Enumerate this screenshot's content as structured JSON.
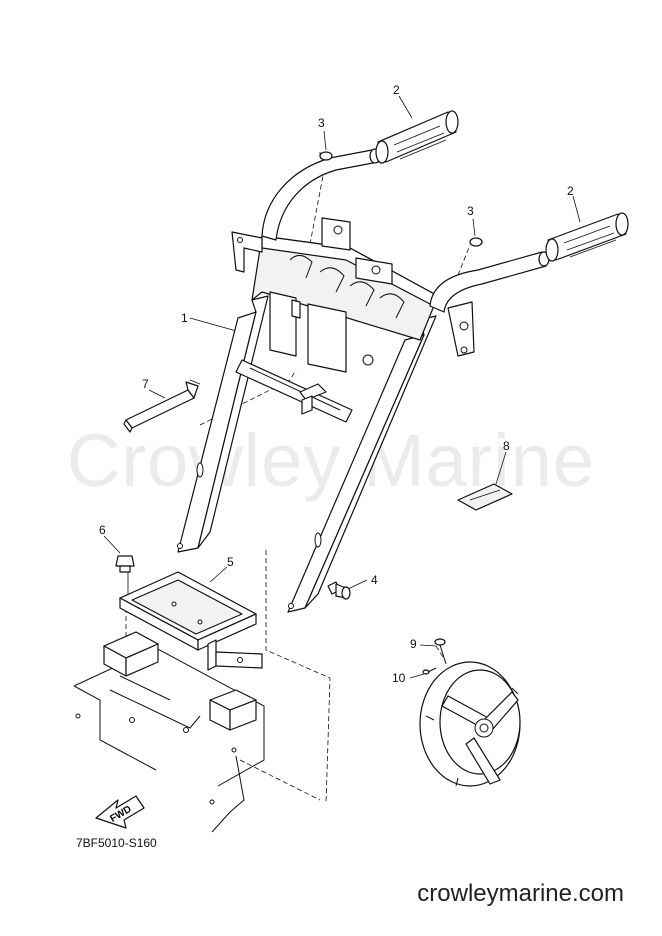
{
  "watermark": "Crowley Marine",
  "website": "crowleymarine.com",
  "figure_code": "7BF5010-S160",
  "fwd_label": "FWD",
  "callouts": {
    "c1": "1",
    "c2a": "2",
    "c2b": "2",
    "c3a": "3",
    "c3b": "3",
    "c4": "4",
    "c5": "5",
    "c6": "6",
    "c7": "7",
    "c8": "8",
    "c9": "9",
    "c10": "10"
  }
}
